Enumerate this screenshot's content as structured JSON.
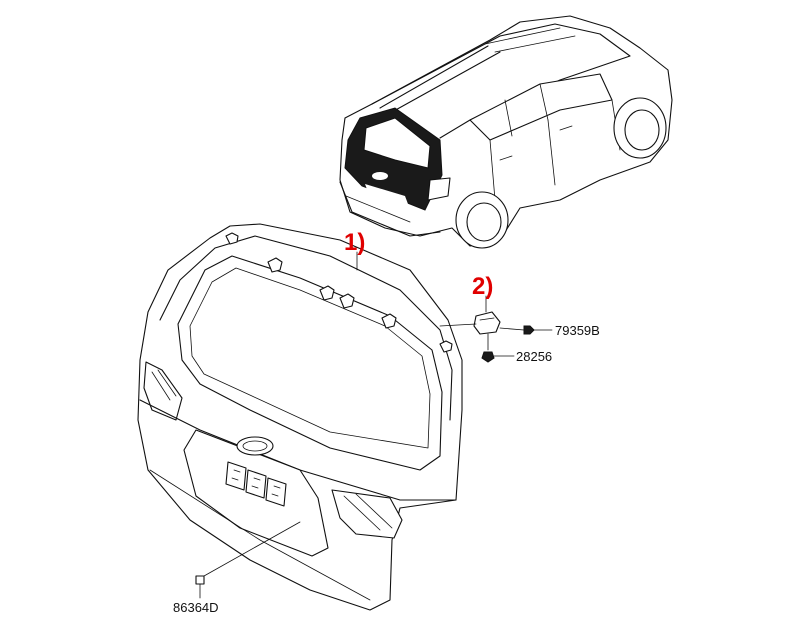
{
  "callouts": {
    "tailgate": "1)",
    "hinge": "2)"
  },
  "part_numbers": {
    "bolt": "79359B",
    "nut": "28256",
    "clip": "86364D"
  },
  "colors": {
    "callout": "#e00000",
    "line": "#111111",
    "background": "#ffffff"
  }
}
